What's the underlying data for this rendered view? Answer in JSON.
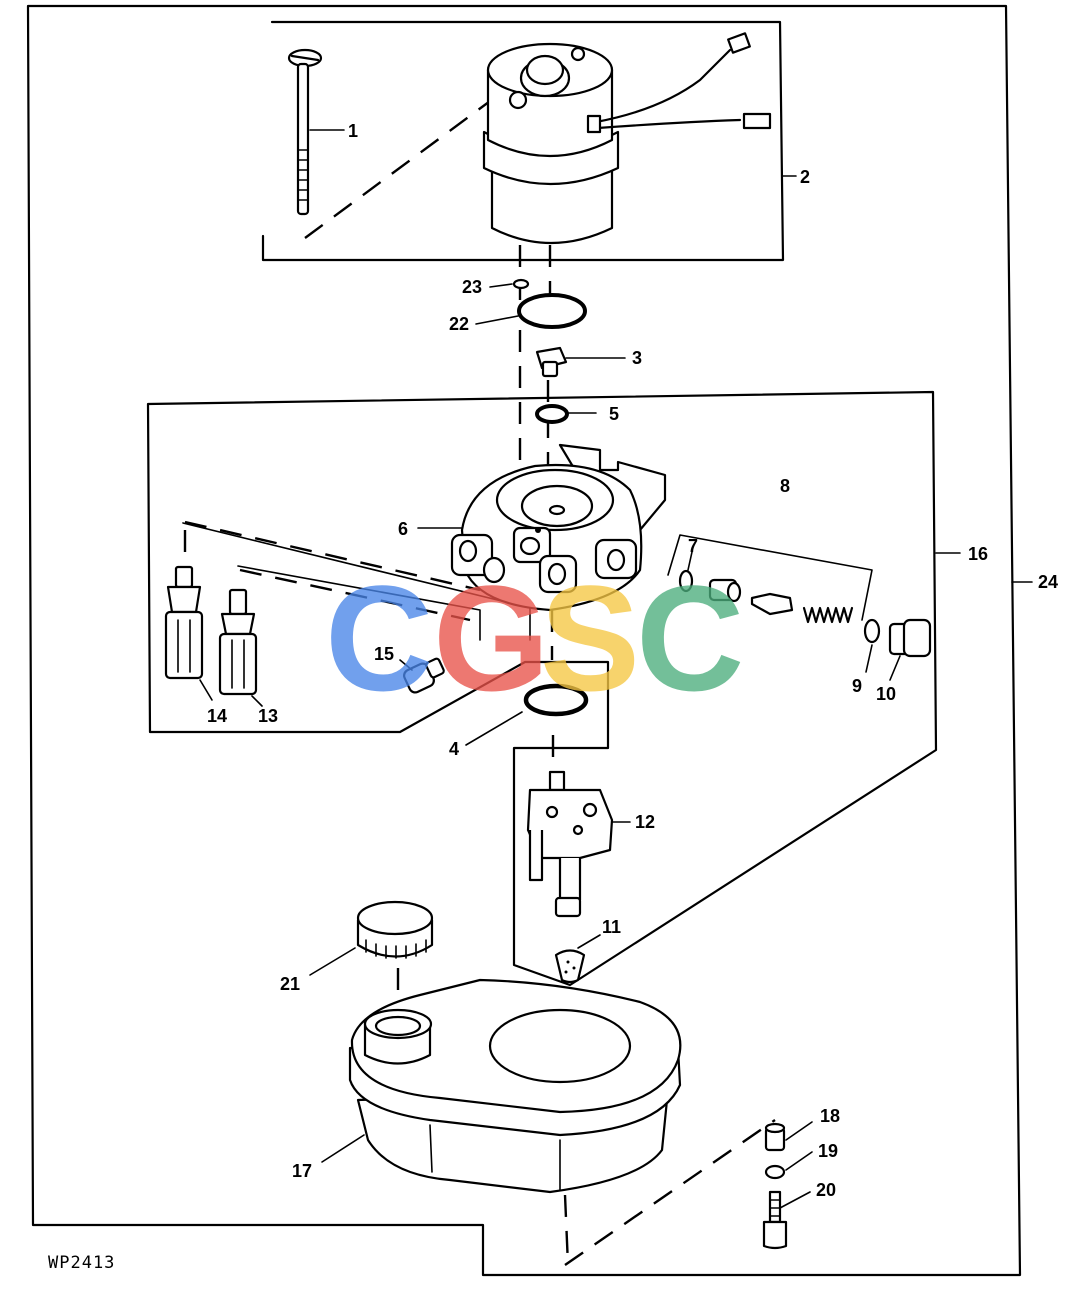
{
  "figure_id": "WP2413",
  "watermark": {
    "letters": [
      {
        "char": "C",
        "color": "#4a86e8"
      },
      {
        "char": "G",
        "color": "#e8534a"
      },
      {
        "char": "S",
        "color": "#f6c744"
      },
      {
        "char": "C",
        "color": "#4cae7d"
      }
    ]
  },
  "callouts": {
    "c1": "1",
    "c2": "2",
    "c3": "3",
    "c4": "4",
    "c5": "5",
    "c6": "6",
    "c7": "7",
    "c8": "8",
    "c9": "9",
    "c10": "10",
    "c11": "11",
    "c12": "12",
    "c13": "13",
    "c14": "14",
    "c15": "15",
    "c16": "16",
    "c17": "17",
    "c18": "18",
    "c19": "19",
    "c20": "20",
    "c21": "21",
    "c22": "22",
    "c23": "23",
    "c24": "24"
  }
}
